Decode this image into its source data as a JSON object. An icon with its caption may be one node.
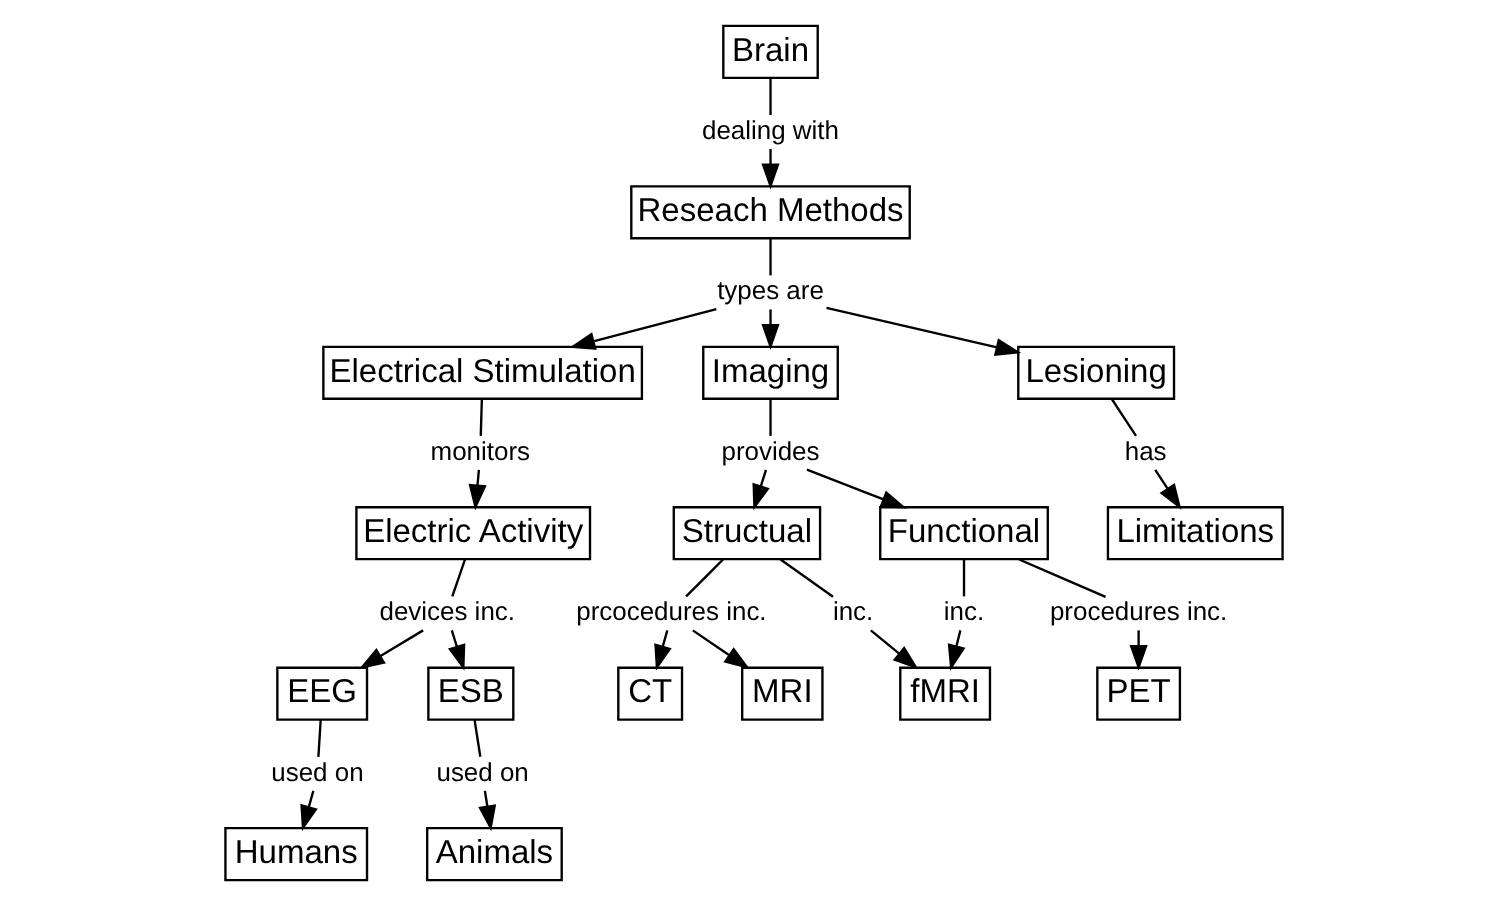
{
  "diagram": {
    "nodes": [
      {
        "text": [
          "Brain"
        ]
      },
      {
        "text": [
          "dealing with"
        ]
      },
      {
        "text": [
          "Reseach Methods"
        ]
      },
      {
        "text": [
          "types are"
        ]
      },
      {
        "text": [
          "Electrical Stimulation"
        ]
      },
      {
        "text": [
          "Imaging"
        ]
      },
      {
        "text": [
          "Lesioning"
        ]
      },
      {
        "text": [
          "monitors"
        ]
      },
      {
        "text": [
          "provides"
        ]
      },
      {
        "text": [
          "has"
        ]
      },
      {
        "text": [
          "Electric Activity"
        ]
      },
      {
        "text": [
          "Structual"
        ]
      },
      {
        "text": [
          "Functional"
        ]
      },
      {
        "text": [
          "Limitations"
        ]
      },
      {
        "text": [
          "devices inc."
        ]
      },
      {
        "text": [
          "prcocedures inc."
        ]
      },
      {
        "text": [
          "inc."
        ]
      },
      {
        "text": [
          "inc."
        ]
      },
      {
        "text": [
          "procedures inc."
        ]
      },
      {
        "text": [
          "EEG"
        ]
      },
      {
        "text": [
          "ESB"
        ]
      },
      {
        "text": [
          "CT"
        ]
      },
      {
        "text": [
          "MRI"
        ]
      },
      {
        "text": [
          "fMRI"
        ]
      },
      {
        "text": [
          "PET"
        ]
      },
      {
        "text": [
          "used on"
        ]
      },
      {
        "text": [
          "used on"
        ]
      },
      {
        "text": [
          "Humans"
        ]
      },
      {
        "text": [
          "Animals"
        ]
      }
    ],
    "edges": [
      {
        "from": 0,
        "to": 1,
        "arrow": "none"
      },
      {
        "from": 1,
        "to": 2,
        "arrow": "to"
      },
      {
        "from": 2,
        "to": 3,
        "arrow": "none"
      },
      {
        "from": 3,
        "to": 4,
        "arrow": "to"
      },
      {
        "from": 3,
        "to": 5,
        "arrow": "to"
      },
      {
        "from": 3,
        "to": 6,
        "arrow": "to"
      },
      {
        "from": 4,
        "to": 7,
        "arrow": "none"
      },
      {
        "from": 7,
        "to": 10,
        "arrow": "to"
      },
      {
        "from": 5,
        "to": 8,
        "arrow": "none"
      },
      {
        "from": 8,
        "to": 11,
        "arrow": "to"
      },
      {
        "from": 8,
        "to": 12,
        "arrow": "to"
      },
      {
        "from": 6,
        "to": 9,
        "arrow": "none"
      },
      {
        "from": 9,
        "to": 13,
        "arrow": "to"
      },
      {
        "from": 10,
        "to": 14,
        "arrow": "none"
      },
      {
        "from": 14,
        "to": 19,
        "arrow": "to"
      },
      {
        "from": 14,
        "to": 20,
        "arrow": "to"
      },
      {
        "from": 11,
        "to": 15,
        "arrow": "none"
      },
      {
        "from": 15,
        "to": 21,
        "arrow": "to"
      },
      {
        "from": 15,
        "to": 22,
        "arrow": "to"
      },
      {
        "from": 11,
        "to": 16,
        "arrow": "none"
      },
      {
        "from": 16,
        "to": 23,
        "arrow": "to"
      },
      {
        "from": 12,
        "to": 17,
        "arrow": "none"
      },
      {
        "from": 17,
        "to": 23,
        "arrow": "to"
      },
      {
        "from": 12,
        "to": 18,
        "arrow": "none"
      },
      {
        "from": 18,
        "to": 24,
        "arrow": "to"
      },
      {
        "from": 19,
        "to": 25,
        "arrow": "none"
      },
      {
        "from": 25,
        "to": 27,
        "arrow": "to"
      },
      {
        "from": 20,
        "to": 26,
        "arrow": "none"
      },
      {
        "from": 26,
        "to": 28,
        "arrow": "to"
      }
    ]
  }
}
